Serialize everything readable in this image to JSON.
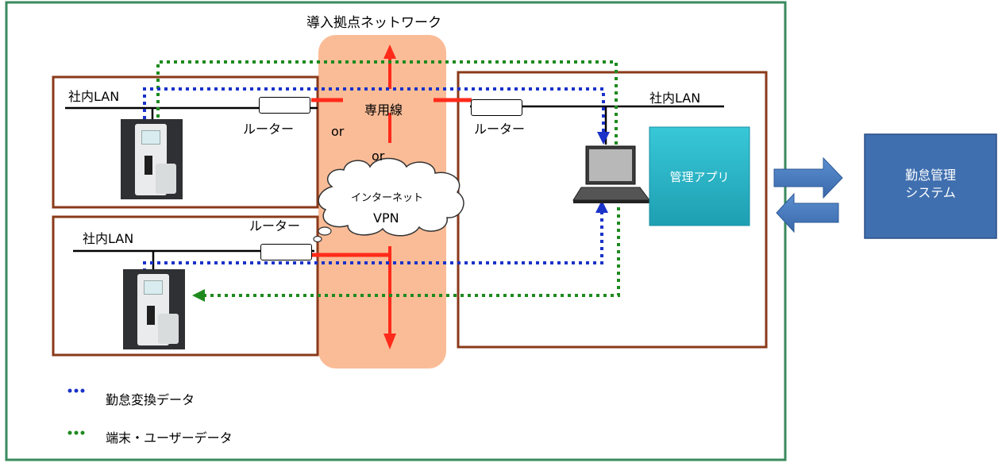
{
  "title": "導入拠点ネットワーク",
  "labels": {
    "lan_top_left": "社内LAN",
    "lan_bottom_left": "社内LAN",
    "lan_right": "社内LAN",
    "router_top_left": "ルーター",
    "router_bottom_left": "ルーター",
    "router_right": "ルーター",
    "or_left": "or",
    "or_center": "or",
    "dedicated_line": "専用線",
    "internet_vpn_line1": "インターネット",
    "internet_vpn_line2": "VPN"
  },
  "management_app": {
    "label": "管理アプリ"
  },
  "external_system": {
    "line1": "勤怠管理",
    "line2": "システム"
  },
  "legend": [
    {
      "dots": "•••",
      "label": "勤怠変換データ",
      "color": "#1a32c8"
    },
    {
      "dots": "•••",
      "label": "端末・ユーザーデータ",
      "color": "#1e8a1e"
    }
  ],
  "colors": {
    "outer_border": "#3a8a5e",
    "site_border": "#8a3a1a",
    "network_band": "#f9b58c",
    "line_red": "#ff2a1a",
    "blue_dotted": "#1a32c8",
    "green_dotted": "#1e8a1e",
    "mgmt_app": "#27b6c9",
    "external_box": "#3f6faf",
    "arrow_fill": "#4a7bbd"
  },
  "icons": {
    "terminal": "attendance-terminal-icon",
    "laptop": "laptop-icon",
    "cloud": "cloud-icon",
    "router": "router-icon"
  }
}
